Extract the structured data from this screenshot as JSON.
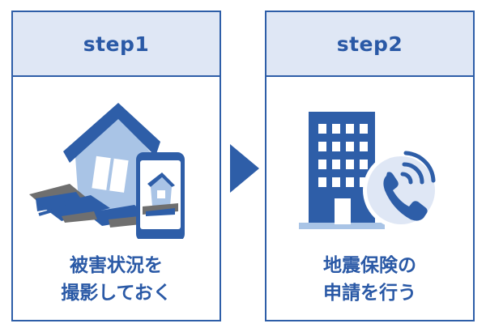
{
  "steps": [
    {
      "label": "step1",
      "caption_line1": "被害状況を",
      "caption_line2": "撮影しておく"
    },
    {
      "label": "step2",
      "caption_line1": "地震保険の",
      "caption_line2": "申請を行う"
    }
  ],
  "icons": {
    "step1": [
      "collapsed-house-icon",
      "smartphone-icon"
    ],
    "step2": [
      "office-building-icon",
      "phone-call-icon"
    ],
    "connector": "arrow-right-icon"
  },
  "colors": {
    "primary": "#2e5ea8",
    "header_bg": "#dfe7f5",
    "light_blue": "#8fb2dc",
    "gray": "#6f6f6f"
  }
}
